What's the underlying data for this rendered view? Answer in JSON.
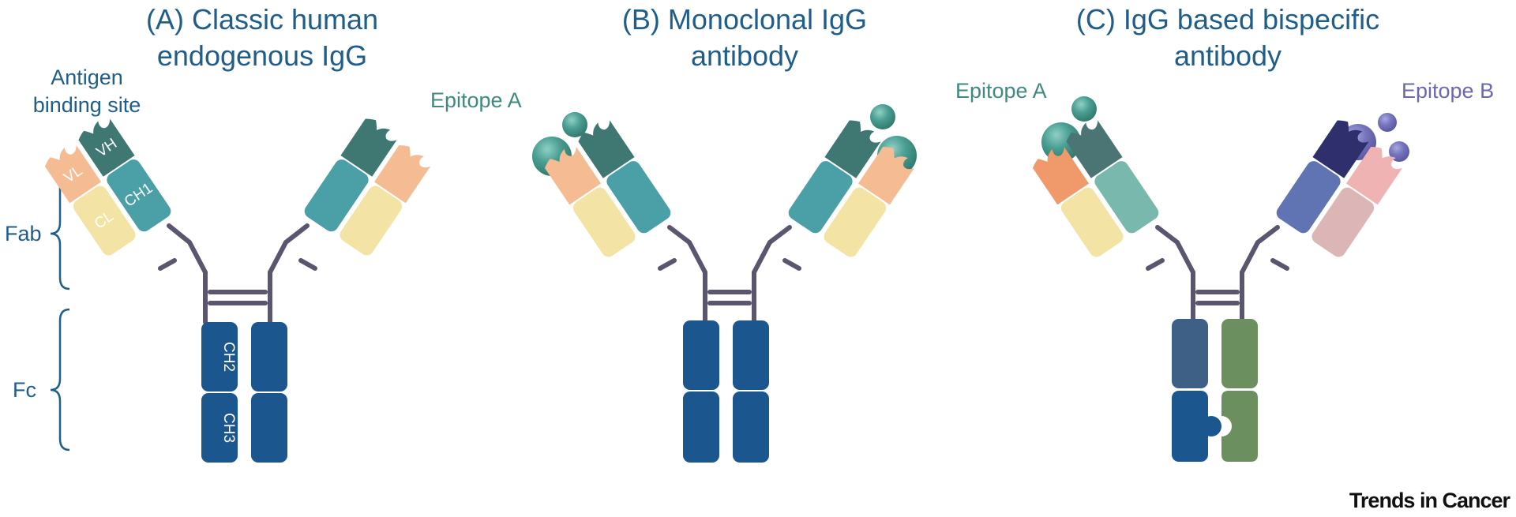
{
  "panels": {
    "a": {
      "title_line1": "(A) Classic human",
      "title_line2": "endogenous  IgG"
    },
    "b": {
      "title_line1": "(B) Monoclonal IgG",
      "title_line2": "antibody"
    },
    "c": {
      "title_line1": "(C) IgG based bispecific",
      "title_line2": "antibody"
    }
  },
  "annotations": {
    "antigen_line1": "Antigen",
    "antigen_line2": "binding site",
    "fab": "Fab",
    "fc": "Fc",
    "epitope_a": "Epitope A",
    "epitope_b": "Epitope B"
  },
  "domains": {
    "vh": "VH",
    "vl": "VL",
    "ch1": "CH1",
    "cl": "CL",
    "ch2": "CH2",
    "ch3": "CH3"
  },
  "footer": "Trends in Cancer",
  "colors": {
    "title_blue": "#1f5d8a",
    "fc_blue": "#1b578e",
    "hinge": "#5b5570",
    "vh_teal": "#3f7873",
    "ch1_teal": "#4aa0a6",
    "vl_peach": "#f5bc93",
    "cl_yellow": "#f3e4a6",
    "epitope_a": "#3f8a80",
    "epitope_b": "#6a69ac",
    "bispec_fc_left": "#3e5f86",
    "bispec_fc_right": "#6b8f5e",
    "bispec_vh_left": "#4b7475",
    "bispec_ch1_left": "#79b8ad",
    "bispec_vl_left": "#f09a6c",
    "bispec_vh_right": "#2f2f6e",
    "bispec_ch1_right": "#6073b3",
    "bispec_vl_right": "#f0b3b3",
    "bispec_cl_right": "#dcb6b6"
  }
}
